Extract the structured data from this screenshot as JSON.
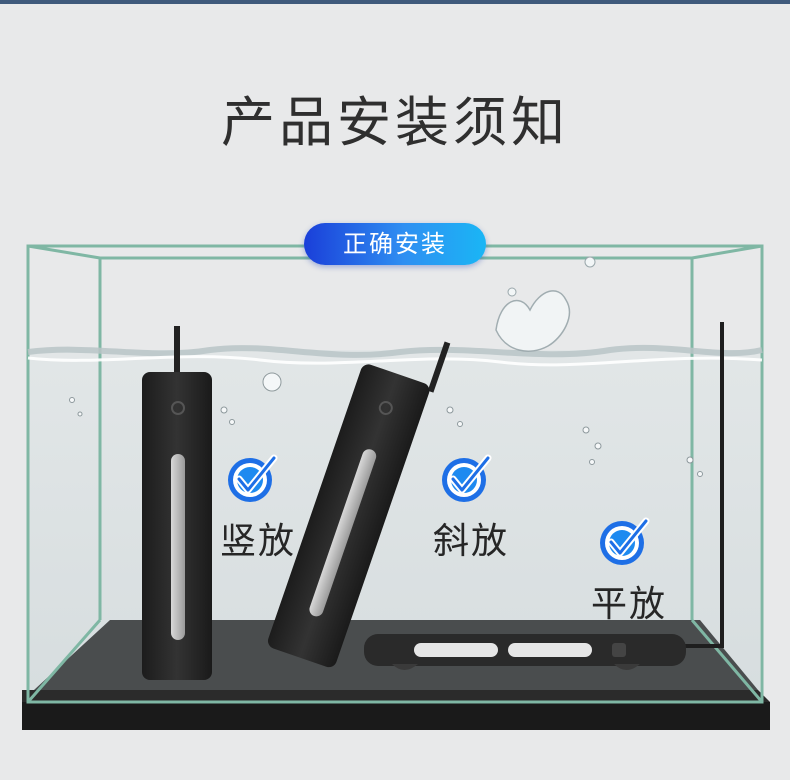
{
  "header": {
    "title": "产品安装须知"
  },
  "badge": {
    "label": "正确安装"
  },
  "placements": [
    {
      "label": "竖放",
      "status": "correct",
      "icon": "check-badge-icon"
    },
    {
      "label": "斜放",
      "status": "correct",
      "icon": "check-badge-icon"
    },
    {
      "label": "平放",
      "status": "correct",
      "icon": "check-badge-icon"
    }
  ],
  "colors": {
    "background": "#e8e9ea",
    "badge_gradient_start": "#1a3fd9",
    "badge_gradient_end": "#1ab6f5",
    "heater_body": "#2b2b2b",
    "tank_glass": "#7fb7a4"
  }
}
